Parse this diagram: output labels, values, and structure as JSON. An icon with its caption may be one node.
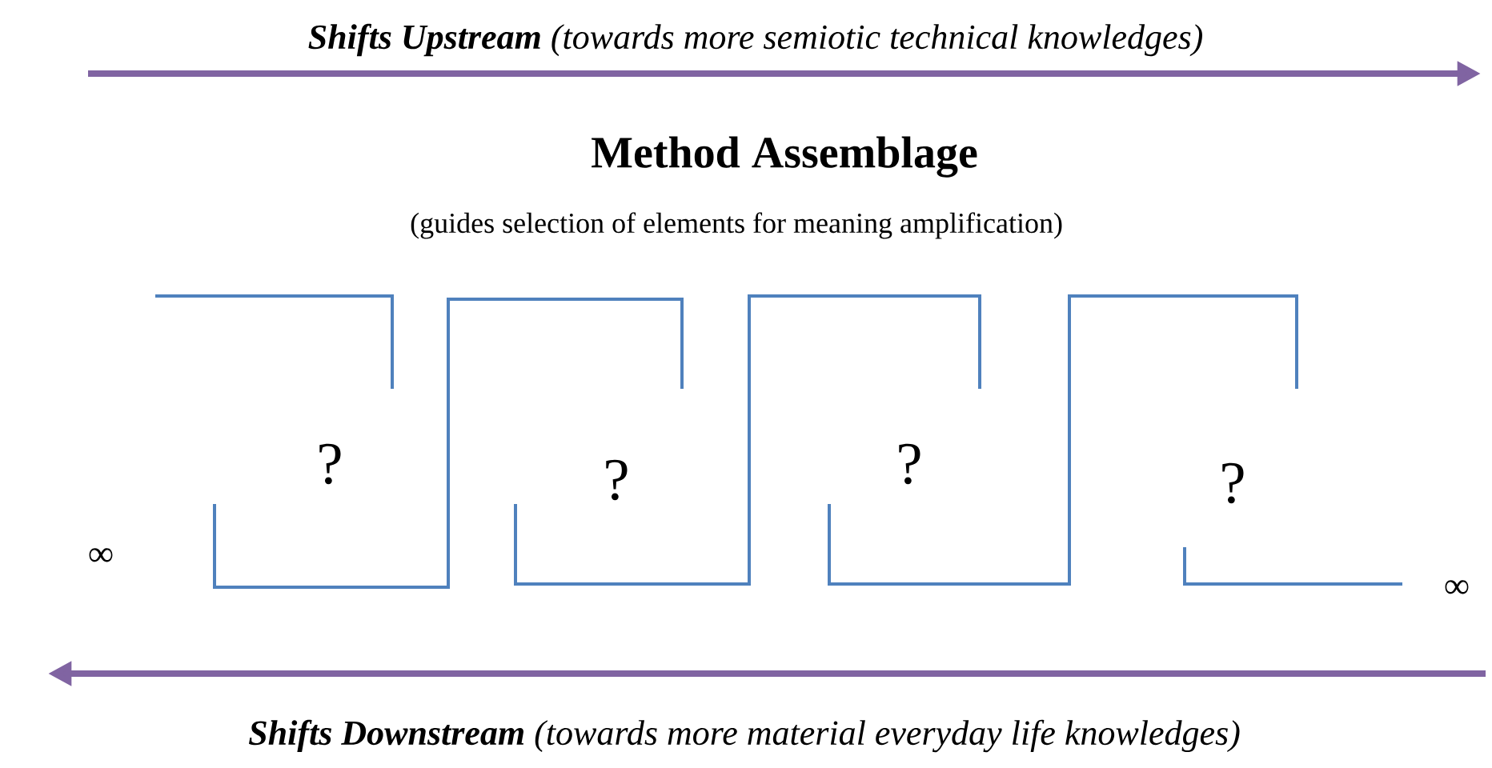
{
  "diagram": {
    "title": "Method Assemblage",
    "labels": [
      "**Shifts Upstream** (towards more semiotic technical knowledges)",
      "(guides selection of elements for meaning amplification)",
      "?",
      "?",
      "?",
      "?",
      "∞",
      "∞",
      "**Shifts Downstream** (towards more material everyday life knowledges)"
    ]
  }
}
